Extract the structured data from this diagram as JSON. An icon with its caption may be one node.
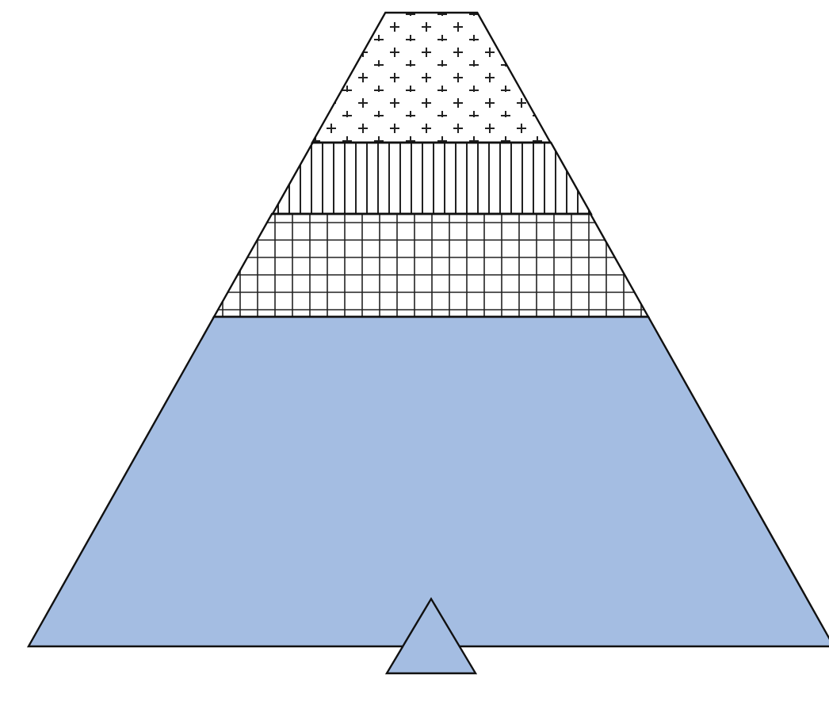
{
  "diagram": {
    "nodes": [
      {
        "text": [],
        "shape": "band"
      },
      {
        "text": [],
        "shape": "band"
      },
      {
        "text": [],
        "shape": "band"
      },
      {
        "text": [],
        "shape": "band"
      },
      {
        "text": [],
        "shape": "triangle"
      }
    ]
  }
}
